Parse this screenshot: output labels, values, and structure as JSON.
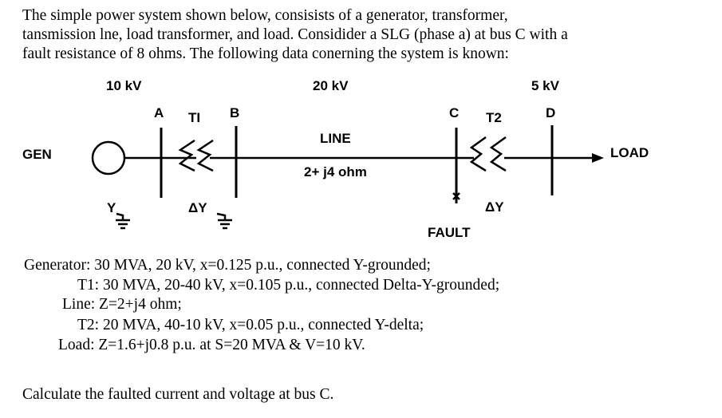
{
  "intro": [
    "The simple power system shown below, consisists of a generator, transformer,",
    "tansmission lne, load transformer, and load. Considider a SLG (phase a) at bus C with a",
    "fault resistance of 8 ohms. The following data conerning the system is known:"
  ],
  "diagram": {
    "voltage_a": "10 kV",
    "voltage_line": "20 kV",
    "voltage_d": "5 kV",
    "bus_a": "A",
    "bus_b": "B",
    "bus_c": "C",
    "bus_d": "D",
    "t1": "TI",
    "t2": "T2",
    "gen": "GEN",
    "line": "LINE",
    "line_impedance": "2+ j4  ohm",
    "load": "LOAD",
    "fault": "FAULT",
    "gen_conn": "Y",
    "t1_conn": "ΔY",
    "t2_conn": "ΔY"
  },
  "data": [
    "Generator: 30 MVA, 20 kV, x=0.125 p.u., connected Y-grounded;",
    "T1: 30 MVA, 20-40 kV, x=0.105 p.u., connected Delta-Y-grounded;",
    "Line: Z=2+j4 ohm;",
    "T2: 20 MVA, 40-10 kV, x=0.05 p.u., connected Y-delta;",
    "Load: Z=1.6+j0.8 p.u. at S=20 MVA & V=10 kV."
  ],
  "question": "Calculate the faulted current and voltage at bus C."
}
